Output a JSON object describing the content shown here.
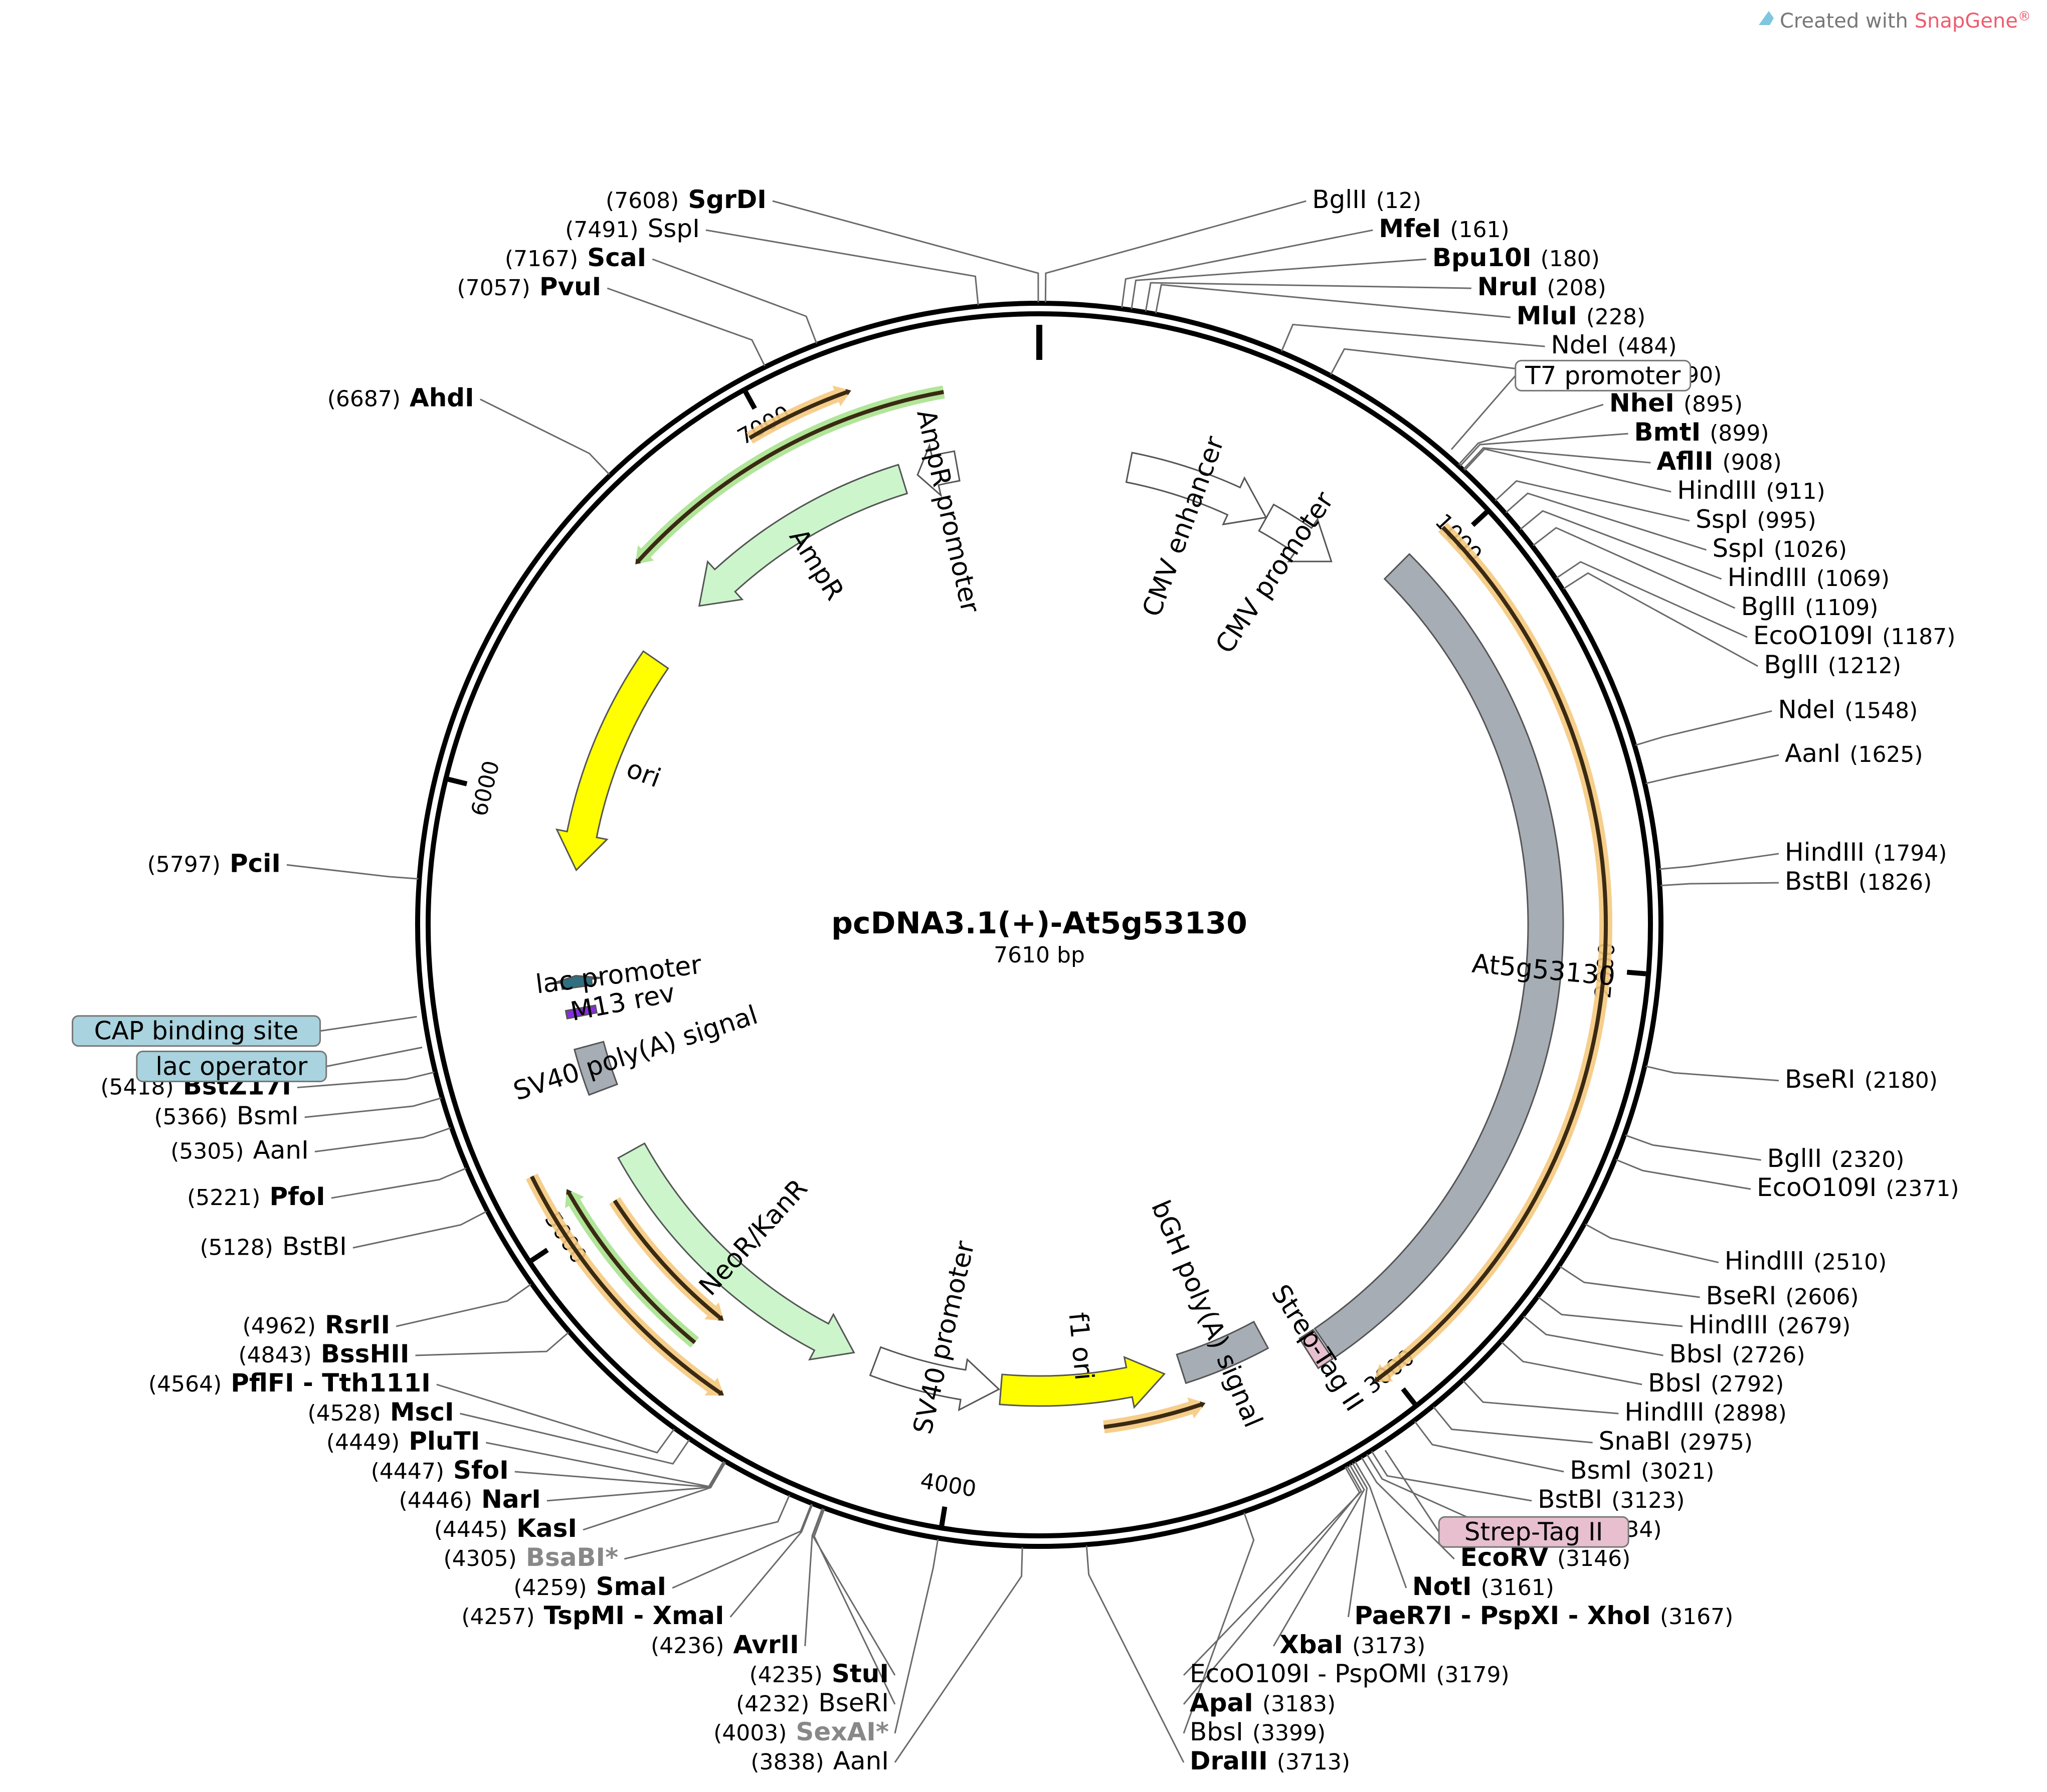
{
  "plasmid": {
    "name": "pcDNA3.1(+)-At5g53130",
    "length_label": "7610 bp",
    "length_bp": 7610
  },
  "branding": {
    "prefix": "Created with ",
    "brand": "SnapGene",
    "mark": "®",
    "brand_color": "#ee5c6f"
  },
  "ticks": [
    {
      "bp": 1000,
      "label": "1000"
    },
    {
      "bp": 2000,
      "label": "2000"
    },
    {
      "bp": 3000,
      "label": "3000"
    },
    {
      "bp": 4000,
      "label": "4000"
    },
    {
      "bp": 5000,
      "label": "5000"
    },
    {
      "bp": 6000,
      "label": "6000"
    },
    {
      "bp": 7000,
      "label": "7000"
    }
  ],
  "colors": {
    "backbone": "#000000",
    "orf_fill": "#f5c97e",
    "orf_line": "#3a2a12",
    "orf_green_fill": "#a9e28e",
    "amp_fill": "#ccf5cc",
    "ori_fill": "#ffff00",
    "gray_feature": "#a7adb5",
    "outline_feature": "#ffffff",
    "cap_box": "#a9d3de",
    "strep_box": "#e7bfce",
    "leader": "#6a6a6a"
  },
  "sites": [
    {
      "name": "BglII",
      "pos": "(12)",
      "bp": 12,
      "bold": false
    },
    {
      "name": "MfeI",
      "pos": "(161)",
      "bp": 161,
      "bold": true
    },
    {
      "name": "Bpu10I",
      "pos": "(180)",
      "bp": 180,
      "bold": true
    },
    {
      "name": "NruI",
      "pos": "(208)",
      "bp": 208,
      "bold": true
    },
    {
      "name": "MluI",
      "pos": "(228)",
      "bp": 228,
      "bold": true
    },
    {
      "name": "NdeI",
      "pos": "(484)",
      "bp": 484,
      "bold": false
    },
    {
      "name": "SnaBI",
      "pos": "(590)",
      "bp": 590,
      "bold": false
    },
    {
      "name": "NheI",
      "pos": "(895)",
      "bp": 895,
      "bold": true
    },
    {
      "name": "BmtI",
      "pos": "(899)",
      "bp": 899,
      "bold": true
    },
    {
      "name": "AflII",
      "pos": "(908)",
      "bp": 908,
      "bold": true
    },
    {
      "name": "HindIII",
      "pos": "(911)",
      "bp": 911,
      "bold": false
    },
    {
      "name": "SspI",
      "pos": "(995)",
      "bp": 995,
      "bold": false
    },
    {
      "name": "SspI",
      "pos": "(1026)",
      "bp": 1026,
      "bold": false
    },
    {
      "name": "HindIII",
      "pos": "(1069)",
      "bp": 1069,
      "bold": false
    },
    {
      "name": "BglII",
      "pos": "(1109)",
      "bp": 1109,
      "bold": false
    },
    {
      "name": "EcoO109I",
      "pos": "(1187)",
      "bp": 1187,
      "bold": false
    },
    {
      "name": "BglII",
      "pos": "(1212)",
      "bp": 1212,
      "bold": false
    },
    {
      "name": "NdeI",
      "pos": "(1548)",
      "bp": 1548,
      "bold": false
    },
    {
      "name": "AanI",
      "pos": "(1625)",
      "bp": 1625,
      "bold": false
    },
    {
      "name": "HindIII",
      "pos": "(1794)",
      "bp": 1794,
      "bold": false
    },
    {
      "name": "BstBI",
      "pos": "(1826)",
      "bp": 1826,
      "bold": false
    },
    {
      "name": "BseRI",
      "pos": "(2180)",
      "bp": 2180,
      "bold": false
    },
    {
      "name": "BglII",
      "pos": "(2320)",
      "bp": 2320,
      "bold": false
    },
    {
      "name": "EcoO109I",
      "pos": "(2371)",
      "bp": 2371,
      "bold": false
    },
    {
      "name": "HindIII",
      "pos": "(2510)",
      "bp": 2510,
      "bold": false
    },
    {
      "name": "BseRI",
      "pos": "(2606)",
      "bp": 2606,
      "bold": false
    },
    {
      "name": "HindIII",
      "pos": "(2679)",
      "bp": 2679,
      "bold": false
    },
    {
      "name": "BbsI",
      "pos": "(2726)",
      "bp": 2726,
      "bold": false
    },
    {
      "name": "BbsI",
      "pos": "(2792)",
      "bp": 2792,
      "bold": false
    },
    {
      "name": "HindIII",
      "pos": "(2898)",
      "bp": 2898,
      "bold": false
    },
    {
      "name": "SnaBI",
      "pos": "(2975)",
      "bp": 2975,
      "bold": false
    },
    {
      "name": "BsmI",
      "pos": "(3021)",
      "bp": 3021,
      "bold": false
    },
    {
      "name": "BstBI",
      "pos": "(3123)",
      "bp": 3123,
      "bold": false
    },
    {
      "name": "EcoRI",
      "pos": "(3134)",
      "bp": 3134,
      "bold": true
    },
    {
      "name": "EcoRV",
      "pos": "(3146)",
      "bp": 3146,
      "bold": true
    },
    {
      "name": "NotI",
      "pos": "(3161)",
      "bp": 3161,
      "bold": true
    },
    {
      "name": "PaeR7I - PspXI - XhoI",
      "pos": "(3167)",
      "bp": 3167,
      "bold": true
    },
    {
      "name": "XbaI",
      "pos": "(3173)",
      "bp": 3173,
      "bold": true
    },
    {
      "name": "EcoO109I - PspOMI",
      "pos": "(3179)",
      "bp": 3179,
      "bold": false
    },
    {
      "name": "ApaI",
      "pos": "(3183)",
      "bp": 3183,
      "bold": true
    },
    {
      "name": "BbsI",
      "pos": "(3399)",
      "bp": 3399,
      "bold": false
    },
    {
      "name": "DraIII",
      "pos": "(3713)",
      "bp": 3713,
      "bold": true
    },
    {
      "name": "AanI",
      "pos": "(3838)",
      "bp": 3838,
      "bold": false
    },
    {
      "name": "SexAI*",
      "pos": "(4003)",
      "bp": 4003,
      "bold": true,
      "gray": true
    },
    {
      "name": "BseRI",
      "pos": "(4232)",
      "bp": 4232,
      "bold": false
    },
    {
      "name": "StuI",
      "pos": "(4235)",
      "bp": 4235,
      "bold": true
    },
    {
      "name": "AvrII",
      "pos": "(4236)",
      "bp": 4236,
      "bold": true
    },
    {
      "name": "TspMI - XmaI",
      "pos": "(4257)",
      "bp": 4257,
      "bold": true
    },
    {
      "name": "SmaI",
      "pos": "(4259)",
      "bp": 4259,
      "bold": true
    },
    {
      "name": "BsaBI*",
      "pos": "(4305)",
      "bp": 4305,
      "bold": true,
      "gray": true
    },
    {
      "name": "KasI",
      "pos": "(4445)",
      "bp": 4445,
      "bold": true
    },
    {
      "name": "NarI",
      "pos": "(4446)",
      "bp": 4446,
      "bold": true
    },
    {
      "name": "SfoI",
      "pos": "(4447)",
      "bp": 4447,
      "bold": true
    },
    {
      "name": "PluTI",
      "pos": "(4449)",
      "bp": 4449,
      "bold": true
    },
    {
      "name": "MscI",
      "pos": "(4528)",
      "bp": 4528,
      "bold": true
    },
    {
      "name": "PflFI - Tth111I",
      "pos": "(4564)",
      "bp": 4564,
      "bold": true
    },
    {
      "name": "BssHII",
      "pos": "(4843)",
      "bp": 4843,
      "bold": true
    },
    {
      "name": "RsrII",
      "pos": "(4962)",
      "bp": 4962,
      "bold": true
    },
    {
      "name": "BstBI",
      "pos": "(5128)",
      "bp": 5128,
      "bold": false
    },
    {
      "name": "PfoI",
      "pos": "(5221)",
      "bp": 5221,
      "bold": true
    },
    {
      "name": "AanI",
      "pos": "(5305)",
      "bp": 5305,
      "bold": false
    },
    {
      "name": "BsmI",
      "pos": "(5366)",
      "bp": 5366,
      "bold": false
    },
    {
      "name": "BstZ17I",
      "pos": "(5418)",
      "bp": 5418,
      "bold": true
    },
    {
      "name": "PciI",
      "pos": "(5797)",
      "bp": 5797,
      "bold": true
    },
    {
      "name": "AhdI",
      "pos": "(6687)",
      "bp": 6687,
      "bold": true
    },
    {
      "name": "PvuI",
      "pos": "(7057)",
      "bp": 7057,
      "bold": true
    },
    {
      "name": "ScaI",
      "pos": "(7167)",
      "bp": 7167,
      "bold": true
    },
    {
      "name": "SspI",
      "pos": "(7491)",
      "bp": 7491,
      "bold": false
    },
    {
      "name": "SgrDI",
      "pos": "(7608)",
      "bp": 7608,
      "bold": true
    }
  ],
  "boxed_features": [
    {
      "label": "T7 promoter",
      "bp": 865
    },
    {
      "label": "Strep-Tag II",
      "bp": 3100
    },
    {
      "label": "CAP binding site",
      "bp": 5530
    },
    {
      "label": "lac operator",
      "bp": 5470
    }
  ],
  "features": [
    {
      "label": "AmpR",
      "kind": "arrow",
      "start": 6620,
      "end": 7250,
      "dir": -1,
      "ring": 2,
      "fill": "#ccf5cc"
    },
    {
      "label": "AmpR promoter",
      "kind": "arrow",
      "start": 7290,
      "end": 7395,
      "dir": -1,
      "ring": 2,
      "fill": "#ffffff"
    },
    {
      "label": "CMV enhancer",
      "kind": "arrow",
      "start": 235,
      "end": 615,
      "dir": 1,
      "ring": 2,
      "fill": "#ffffff"
    },
    {
      "label": "CMV promoter",
      "kind": "arrow",
      "start": 616,
      "end": 820,
      "dir": 1,
      "ring": 2,
      "fill": "#ffffff"
    },
    {
      "label": "At5g53130",
      "kind": "bar",
      "start": 950,
      "end": 3080,
      "ring": 1,
      "fill": "#a7adb5"
    },
    {
      "label": "Strep-Tag II",
      "kind": "bar",
      "start": 3085,
      "end": 3125,
      "ring": 1,
      "fill": "#e7bfce"
    },
    {
      "label": "bGH poly(A) signal",
      "kind": "bar",
      "start": 3205,
      "end": 3430,
      "ring": 2,
      "fill": "#a7adb5"
    },
    {
      "label": "f1 ori",
      "kind": "arrow",
      "start": 3476,
      "end": 3905,
      "dir": -1,
      "ring": 2,
      "fill": "#ffff00"
    },
    {
      "label": "SV40 promoter",
      "kind": "arrow",
      "start": 3910,
      "end": 4240,
      "dir": -1,
      "ring": 2,
      "fill": "#ffffff"
    },
    {
      "label": "NeoR/KanR",
      "kind": "arrow",
      "start": 4300,
      "end": 5095,
      "dir": -1,
      "ring": 2,
      "fill": "#ccf5cc"
    },
    {
      "label": "SV40 poly(A) signal",
      "kind": "bar",
      "start": 5270,
      "end": 5390,
      "ring": 2,
      "fill": "#a7adb5"
    },
    {
      "label": "M13 rev",
      "kind": "bar",
      "start": 5470,
      "end": 5490,
      "ring": 2,
      "fill": "#8a2be2"
    },
    {
      "label": "lac promoter",
      "kind": "arrow",
      "start": 5545,
      "end": 5575,
      "dir": 1,
      "ring": 2,
      "fill": "#2f6f80"
    },
    {
      "label": "ori",
      "kind": "arrow",
      "start": 5850,
      "end": 6440,
      "dir": -1,
      "ring": 2,
      "fill": "#ffff00"
    }
  ],
  "orfs": [
    {
      "start": 960,
      "end": 3040,
      "dir": 1,
      "ring": 0,
      "fill": "#f5c97e"
    },
    {
      "start": 1830,
      "end": 1985,
      "dir": 1,
      "ring": 1,
      "fill": "#f5c97e"
    },
    {
      "start": 2340,
      "end": 2680,
      "dir": -1,
      "ring": 1,
      "fill": "#a9e28e"
    },
    {
      "start": 3400,
      "end": 3650,
      "dir": -1,
      "ring": 1,
      "fill": "#f5c97e"
    },
    {
      "start": 4520,
      "end": 5150,
      "dir": -1,
      "ring": 0,
      "fill": "#f5c97e"
    },
    {
      "start": 4620,
      "end": 5010,
      "dir": -1,
      "ring": 1,
      "fill": "#f5c97e"
    },
    {
      "start": 4640,
      "end": 5090,
      "dir": 1,
      "ring": 0.5,
      "fill": "#a9e28e"
    },
    {
      "start": 6590,
      "end": 7395,
      "dir": -1,
      "ring": 0.5,
      "fill": "#a9e28e"
    },
    {
      "start": 6960,
      "end": 7200,
      "dir": 1,
      "ring": 0,
      "fill": "#f5c97e"
    }
  ]
}
